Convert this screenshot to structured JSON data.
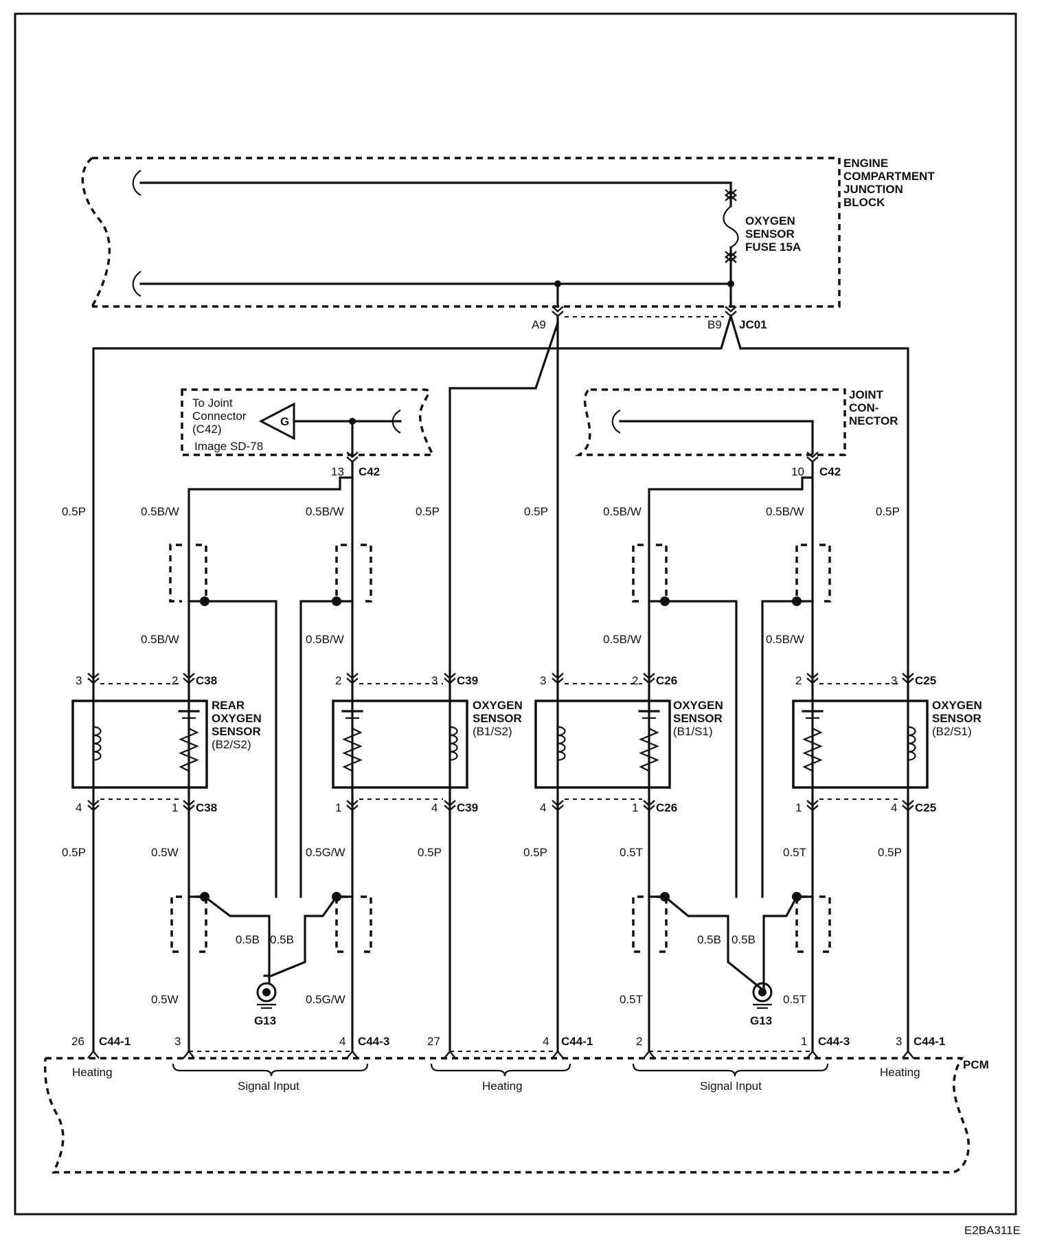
{
  "footer_code": "E2BA311E",
  "junction_block": {
    "title": [
      "ENGINE",
      "COMPARTMENT",
      "JUNCTION",
      "BLOCK"
    ],
    "fuse": [
      "OXYGEN",
      "SENSOR",
      "FUSE 15A"
    ],
    "pins": {
      "left": "A9",
      "right": "B9",
      "connector": "JC01"
    }
  },
  "joint_left": {
    "text": [
      "To Joint",
      "Connector",
      "(C42)",
      "Image SD-78"
    ],
    "symbol": "G",
    "pin": "13",
    "connector": "C42"
  },
  "joint_right": {
    "title": [
      "JOINT",
      "CON-",
      "NECTOR"
    ],
    "pin": "10",
    "connector": "C42"
  },
  "wires": {
    "p": "0.5P",
    "bw": "0.5B/W",
    "w": "0.5W",
    "gw": "0.5G/W",
    "t": "0.5T",
    "b": "0.5B"
  },
  "sensors": [
    {
      "name": [
        "REAR",
        "OXYGEN",
        "SENSOR",
        "(B2/S2)"
      ],
      "connector": "C38",
      "top_pins": [
        "3",
        "2"
      ],
      "bottom_pins": [
        "4",
        "1"
      ]
    },
    {
      "name": [
        "OXYGEN",
        "SENSOR",
        "(B1/S2)"
      ],
      "connector": "C39",
      "top_pins": [
        "2",
        "3"
      ],
      "bottom_pins": [
        "1",
        "4"
      ]
    },
    {
      "name": [
        "OXYGEN",
        "SENSOR",
        "(B1/S1)"
      ],
      "connector": "C26",
      "top_pins": [
        "3",
        "2"
      ],
      "bottom_pins": [
        "4",
        "1"
      ]
    },
    {
      "name": [
        "OXYGEN",
        "SENSOR",
        "(B2/S1)"
      ],
      "connector": "C25",
      "top_pins": [
        "2",
        "3"
      ],
      "bottom_pins": [
        "1",
        "4"
      ]
    }
  ],
  "ground": {
    "label": "G13"
  },
  "pcm": {
    "label": "PCM",
    "pins": [
      {
        "pin": "26",
        "connector": "C44-1"
      },
      {
        "pin": "3",
        "connector": ""
      },
      {
        "pin": "4",
        "connector": "C44-3"
      },
      {
        "pin": "27",
        "connector": ""
      },
      {
        "pin": "4",
        "connector": "C44-1"
      },
      {
        "pin": "2",
        "connector": ""
      },
      {
        "pin": "1",
        "connector": "C44-3"
      },
      {
        "pin": "3",
        "connector": "C44-1"
      }
    ],
    "groups": [
      "Heating",
      "Signal Input",
      "Heating",
      "Signal Input",
      "Heating"
    ]
  }
}
